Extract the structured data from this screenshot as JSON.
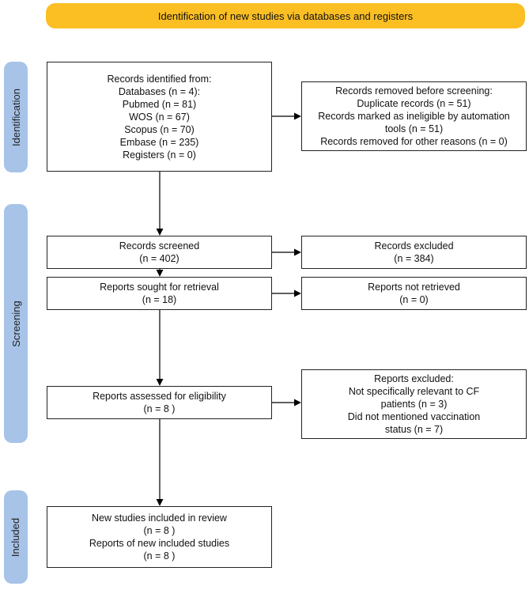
{
  "header": "Identification of new studies via databases and registers",
  "stages": {
    "identification": "Identification",
    "screening": "Screening",
    "included": "Included"
  },
  "boxes": {
    "identified": [
      "Records identified from:",
      "Databases (n = 4):",
      "Pubmed (n = 81)",
      "WOS (n = 67)",
      "Scopus (n = 70)",
      "Embase (n = 235)",
      "Registers (n = 0)"
    ],
    "removed": [
      "Records removed before screening:",
      "Duplicate records (n = 51)",
      "Records marked as ineligible by automation",
      "tools (n = 51)",
      "Records removed for other reasons (n = 0)"
    ],
    "screened": [
      "Records screened",
      "(n = 402)"
    ],
    "excluded": [
      "Records excluded",
      "(n = 384)"
    ],
    "sought": [
      "Reports sought for retrieval",
      "(n = 18)"
    ],
    "not_retrieved": [
      "Reports not retrieved",
      "(n = 0)"
    ],
    "assessed": [
      "Reports assessed for eligibility",
      "(n = 8 )"
    ],
    "reports_excluded": [
      "Reports excluded:",
      "Not specifically relevant to CF",
      "patients (n = 3)",
      "Did not mentioned vaccination",
      "status (n = 7)"
    ],
    "included": [
      "New studies included in review",
      "(n = 8 )",
      "Reports of new included studies",
      "(n = 8 )"
    ]
  }
}
